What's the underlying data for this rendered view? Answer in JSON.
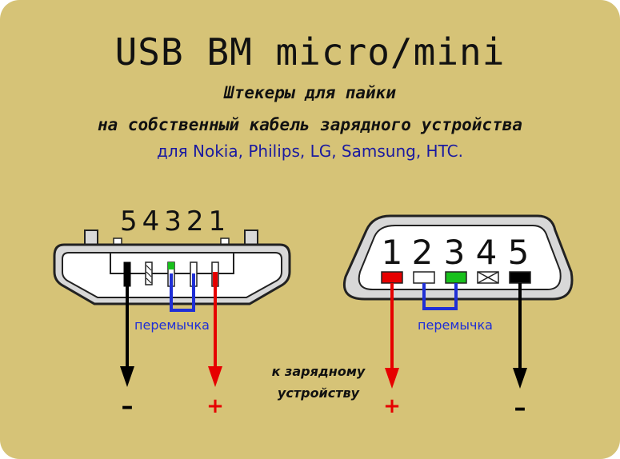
{
  "header": {
    "title": "USB BM micro/mini",
    "subtitle_line1": "Штекеры для пайки",
    "subtitle_line2": "на собственный кабель зарядного устройства",
    "subtitle_line3": "для Nokia, Philips, LG, Samsung, HTC."
  },
  "micro_connector": {
    "pin_numbers": "54321",
    "jumper_label": "перемычка",
    "minus_label": "–",
    "plus_label": "+"
  },
  "mini_connector": {
    "pins": [
      "1",
      "2",
      "3",
      "4",
      "5"
    ],
    "jumper_label": "перемычка",
    "minus_label": "–",
    "plus_label": "+"
  },
  "center_label": {
    "line1": "к зарядному",
    "line2": "устройству"
  },
  "colors": {
    "background": "#d6c377",
    "positive": "#e60000",
    "negative": "#000000",
    "jumper": "#1f2fd6",
    "data_plus": "#18c01c",
    "accent_text": "#1a1aa0"
  }
}
